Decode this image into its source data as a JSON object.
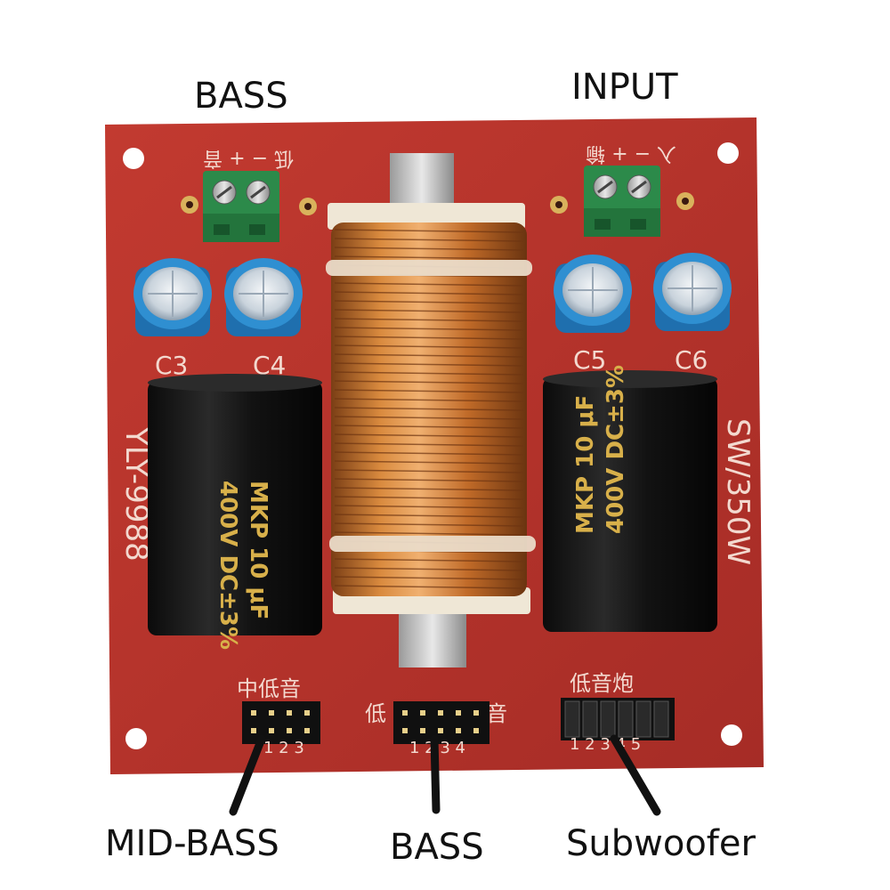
{
  "labels": {
    "bass_top": "BASS",
    "input_top": "INPUT",
    "mid_bass": "MID-BASS",
    "bass_bottom": "BASS",
    "subwoofer": "Subwoofer"
  },
  "silkscreen": {
    "c3": "C3",
    "c4": "C4",
    "c5": "C5",
    "c6": "C6",
    "model_left": "YLY-9988",
    "model_right": "SW/350W",
    "mid_bass_cn": "中低音",
    "bass_left_cn": "低",
    "bass_right_cn": "音",
    "subwoofer_cn": "低音炮",
    "mid_pins": "1 2 3",
    "bass_pins": "1 2 3 4",
    "sub_pins": "1 2 3 4 5",
    "term_left": "低 − + 音",
    "term_right": "入 − + 输"
  },
  "capacitors": {
    "left_line1": "MKP   10 μF",
    "left_line2": "400V DC±3%",
    "right_line1": "MKP   10 μF",
    "right_line2": "400V DC±3%"
  },
  "colors": {
    "pcb": "#b8342c",
    "coil": "#c8742e",
    "cap_blue": "#2f8fd1",
    "terminal": "#2c8a4a",
    "film_cap": "#151515"
  }
}
